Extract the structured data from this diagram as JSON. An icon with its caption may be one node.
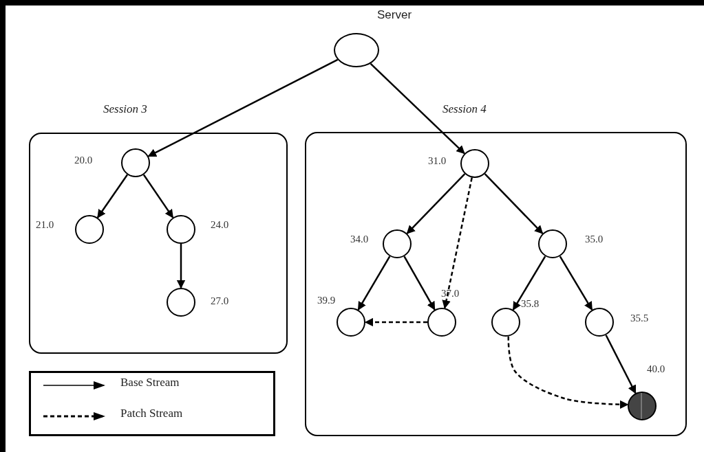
{
  "diagram": {
    "nodes": [
      {
        "text": [],
        "shape": "circle",
        "beside": [
          "Server"
        ]
      },
      {
        "text": [],
        "shape": "box",
        "beside": [
          "Session 3"
        ]
      },
      {
        "text": [],
        "shape": "circle",
        "beside": [
          "20.0"
        ],
        "in": 1
      },
      {
        "text": [],
        "shape": "circle",
        "beside": [
          "21.0"
        ],
        "in": 1
      },
      {
        "text": [],
        "shape": "circle",
        "beside": [
          "24.0"
        ],
        "in": 1
      },
      {
        "text": [],
        "shape": "circle",
        "beside": [
          "27.0"
        ],
        "in": 1
      },
      {
        "text": [],
        "shape": "box",
        "beside": [
          "Session 4"
        ]
      },
      {
        "text": [],
        "shape": "circle",
        "beside": [
          "31.0"
        ],
        "in": 6
      },
      {
        "text": [],
        "shape": "circle",
        "beside": [
          "34.0"
        ],
        "in": 6
      },
      {
        "text": [],
        "shape": "circle",
        "beside": [
          "35.0"
        ],
        "in": 6
      },
      {
        "text": [],
        "shape": "circle",
        "beside": [
          "39.9"
        ],
        "in": 6
      },
      {
        "text": [],
        "shape": "circle",
        "beside": [
          "37.0"
        ],
        "in": 6
      },
      {
        "text": [],
        "shape": "circle",
        "beside": [
          "35.8"
        ],
        "in": 6
      },
      {
        "text": [],
        "shape": "circle",
        "beside": [
          "35.5"
        ],
        "in": 6
      },
      {
        "text": [],
        "shape": "circle",
        "beside": [
          "40.0"
        ],
        "in": 6
      }
    ],
    "edges": [
      {
        "from": 0,
        "to": 2,
        "arrow": "to"
      },
      {
        "from": 0,
        "to": 7,
        "arrow": "to"
      },
      {
        "from": 2,
        "to": 3,
        "arrow": "to"
      },
      {
        "from": 2,
        "to": 4,
        "arrow": "to"
      },
      {
        "from": 4,
        "to": 5,
        "arrow": "to"
      },
      {
        "from": 7,
        "to": 8,
        "arrow": "to"
      },
      {
        "from": 7,
        "to": 11,
        "arrow": "to",
        "style": "dashed"
      },
      {
        "from": 7,
        "to": 9,
        "arrow": "to"
      },
      {
        "from": 8,
        "to": 10,
        "arrow": "to"
      },
      {
        "from": 8,
        "to": 11,
        "arrow": "to"
      },
      {
        "from": 11,
        "to": 10,
        "arrow": "to",
        "style": "dashed"
      },
      {
        "from": 9,
        "to": 12,
        "arrow": "to"
      },
      {
        "from": 9,
        "to": 13,
        "arrow": "to"
      },
      {
        "from": 12,
        "to": 14,
        "arrow": "to",
        "style": "dashed"
      },
      {
        "from": 13,
        "to": 14,
        "arrow": "to"
      }
    ],
    "legend": [
      {
        "text": "Base Stream"
      },
      {
        "text": "Patch Stream"
      }
    ]
  }
}
